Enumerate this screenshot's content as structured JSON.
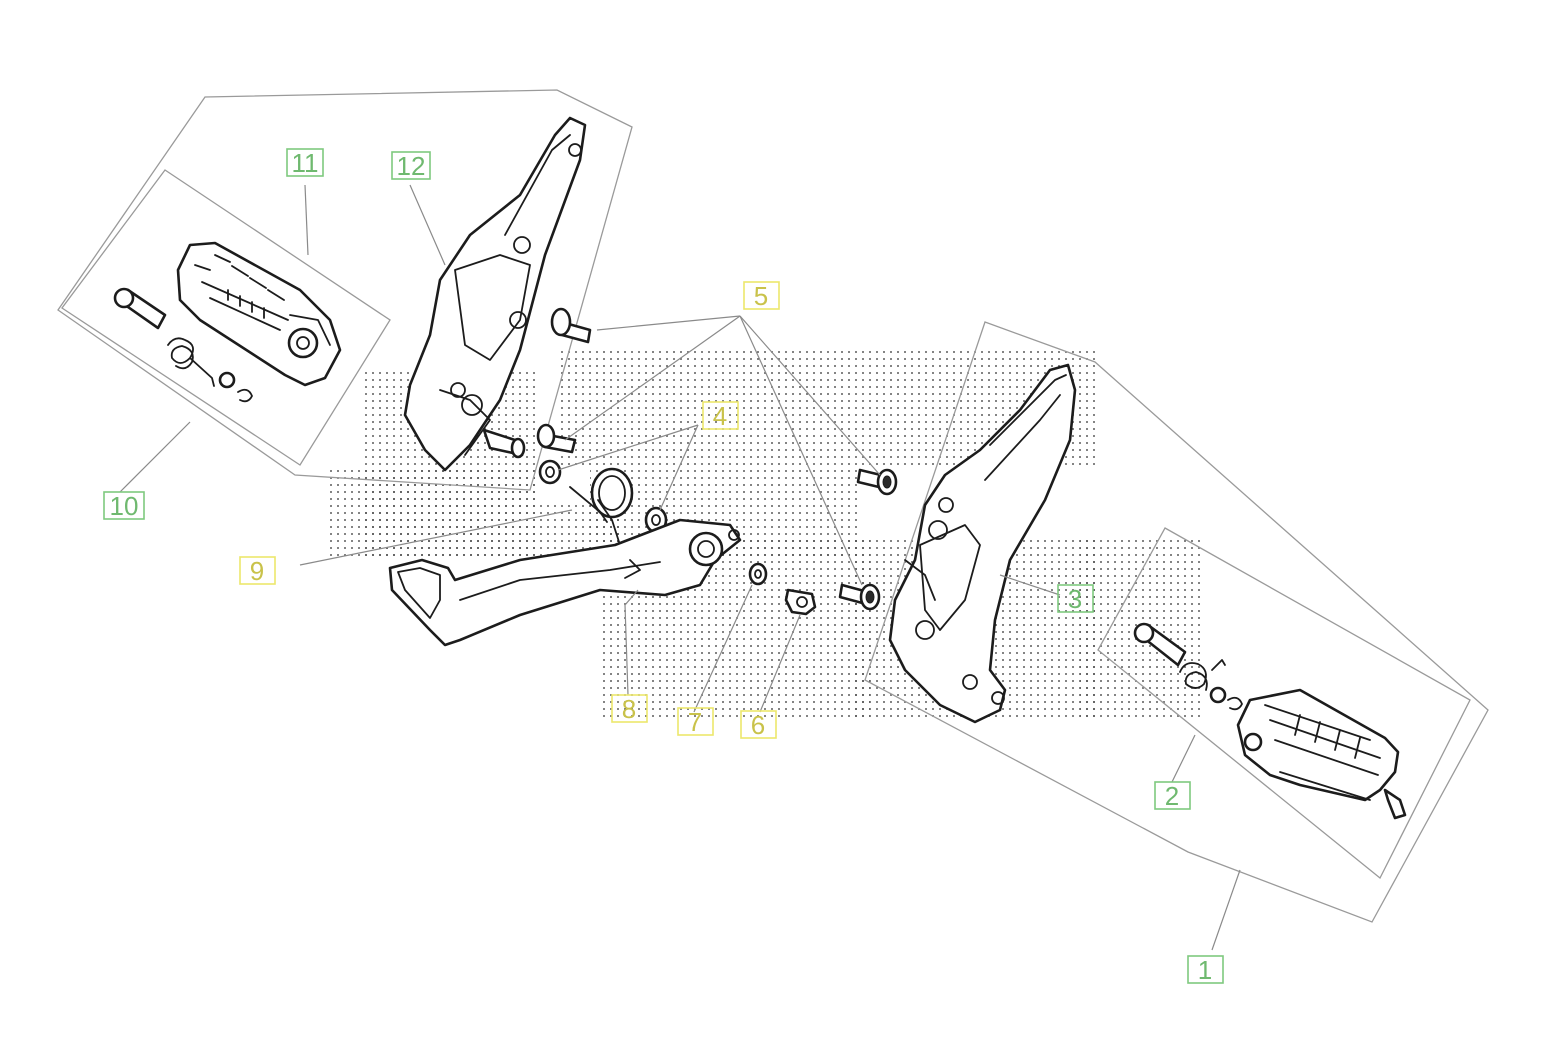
{
  "diagram": {
    "callouts": [
      {
        "id": "c1",
        "text": "1",
        "color": "#7fc97f"
      },
      {
        "id": "c2",
        "text": "2",
        "color": "#7fc97f"
      },
      {
        "id": "c3",
        "text": "3",
        "color": "#7fc97f"
      },
      {
        "id": "c4",
        "text": "4",
        "color": "#ece76c"
      },
      {
        "id": "c5",
        "text": "5",
        "color": "#ece76c"
      },
      {
        "id": "c6",
        "text": "6",
        "color": "#ece76c"
      },
      {
        "id": "c7",
        "text": "7",
        "color": "#ece76c"
      },
      {
        "id": "c8",
        "text": "8",
        "color": "#ece76c"
      },
      {
        "id": "c9",
        "text": "9",
        "color": "#ece76c"
      },
      {
        "id": "c10",
        "text": "10",
        "color": "#7fc97f"
      },
      {
        "id": "c11",
        "text": "11",
        "color": "#7fc97f"
      },
      {
        "id": "c12",
        "text": "12",
        "color": "#7fc97f"
      }
    ]
  }
}
